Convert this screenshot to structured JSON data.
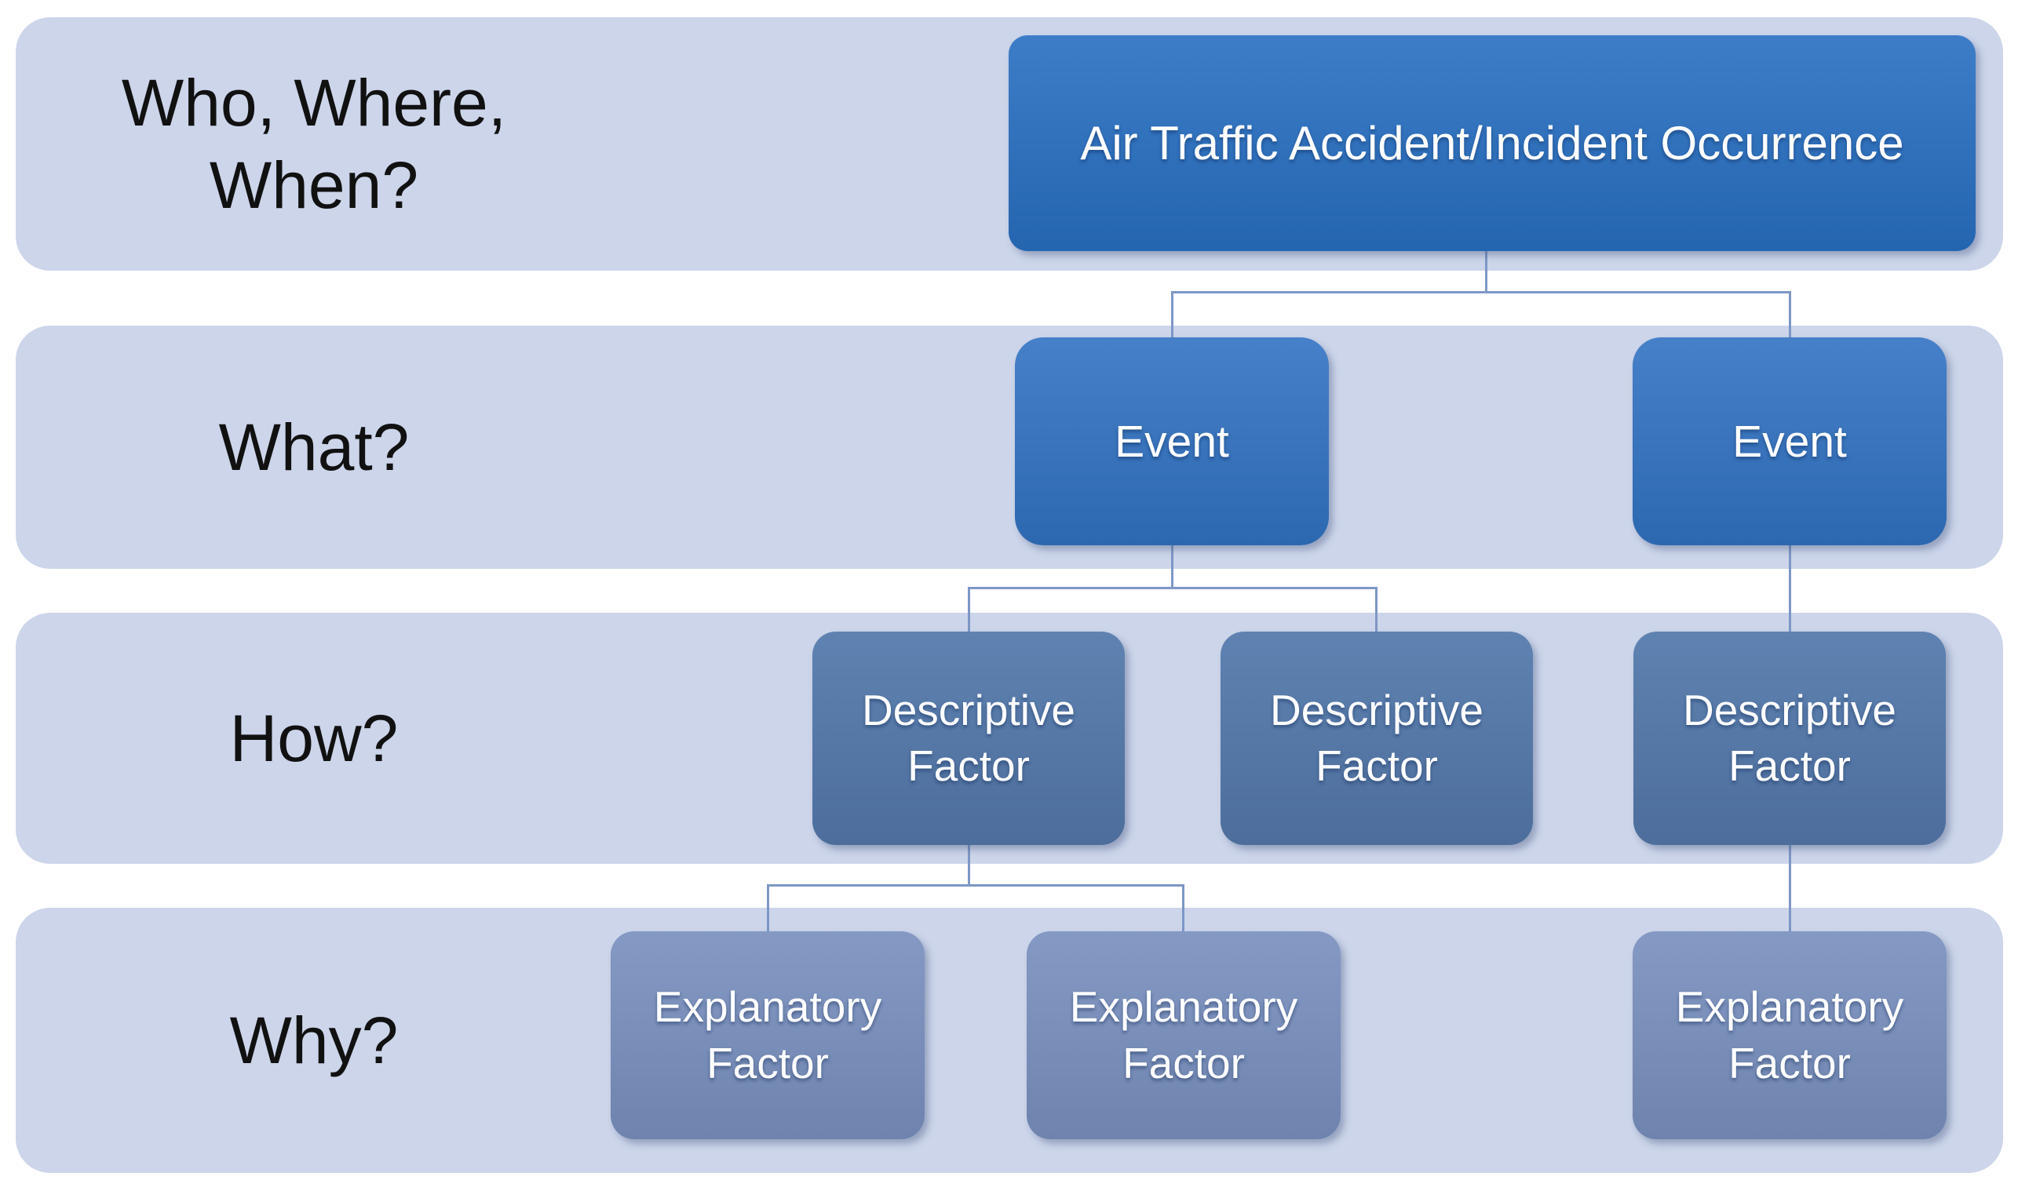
{
  "figure": {
    "rows": [
      {
        "id": "who-where-when",
        "label_lines": [
          "Who, Where,",
          "When?"
        ]
      },
      {
        "id": "what",
        "label_lines": [
          "What?"
        ]
      },
      {
        "id": "how",
        "label_lines": [
          "How?"
        ]
      },
      {
        "id": "why",
        "label_lines": [
          "Why?"
        ]
      }
    ],
    "nodes": {
      "root": {
        "label": "Air Traffic Accident/Incident Occurrence"
      },
      "event_1": {
        "label": "Event"
      },
      "event_2": {
        "label": "Event"
      },
      "descriptive_1": {
        "label_lines": [
          "Descriptive",
          "Factor"
        ]
      },
      "descriptive_2": {
        "label_lines": [
          "Descriptive",
          "Factor"
        ]
      },
      "descriptive_3": {
        "label_lines": [
          "Descriptive",
          "Factor"
        ]
      },
      "explanatory_1": {
        "label_lines": [
          "Explanatory",
          "Factor"
        ]
      },
      "explanatory_2": {
        "label_lines": [
          "Explanatory",
          "Factor"
        ]
      },
      "explanatory_3": {
        "label_lines": [
          "Explanatory",
          "Factor"
        ]
      }
    },
    "colors": {
      "page_background": "#ffffff",
      "row_band": "#ccd5ea",
      "row_label_text": "#111111",
      "root_box_top": "#3d7dc8",
      "root_box_bottom": "#2465b0",
      "event_box_top": "#4680c8",
      "event_box_bottom": "#2c68b0",
      "descriptive_box_top": "#5e82b1",
      "descriptive_box_bottom": "#4d6e9c",
      "explanatory_box_top": "#8499c3",
      "explanatory_box_bottom": "#6e84ae",
      "box_text": "#ffffff",
      "connector": "#7d97c6"
    }
  }
}
